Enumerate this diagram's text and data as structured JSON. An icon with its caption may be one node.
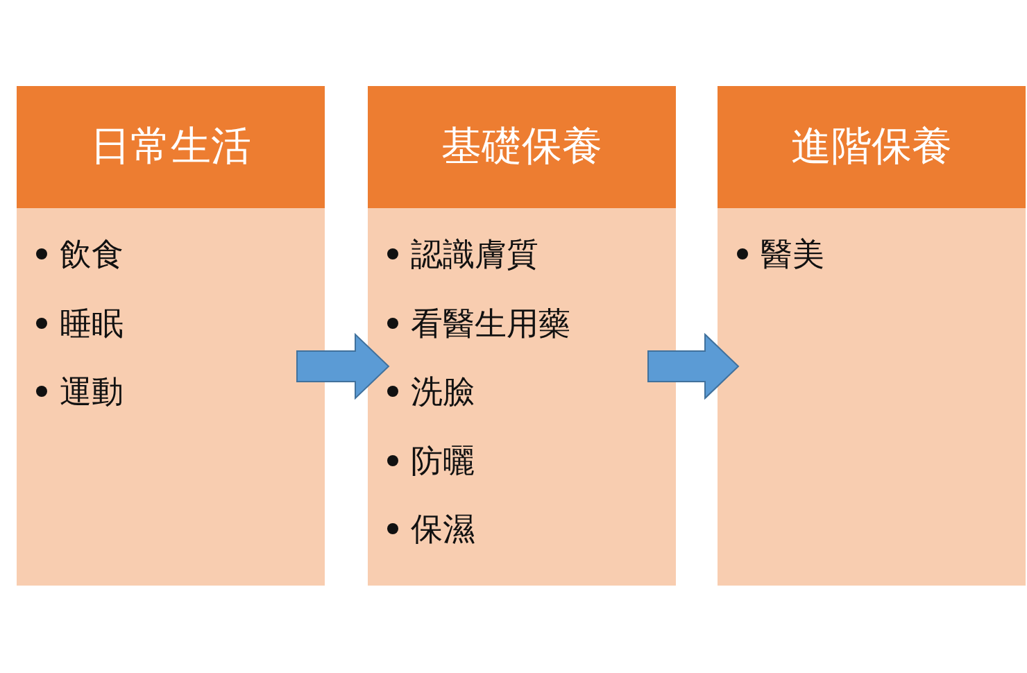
{
  "diagram": {
    "nodes": [
      {
        "text": [
          "日常生活",
          "飲食",
          "睡眠",
          "運動"
        ]
      },
      {
        "text": [
          "基礎保養",
          "認識膚質",
          "看醫生用藥",
          "洗臉",
          "防曬",
          "保濕"
        ]
      },
      {
        "text": [
          "進階保養",
          "醫美"
        ]
      }
    ],
    "edges": [
      {
        "from": 0,
        "to": 1,
        "arrow": "to"
      },
      {
        "from": 1,
        "to": 2,
        "arrow": "to"
      }
    ]
  }
}
